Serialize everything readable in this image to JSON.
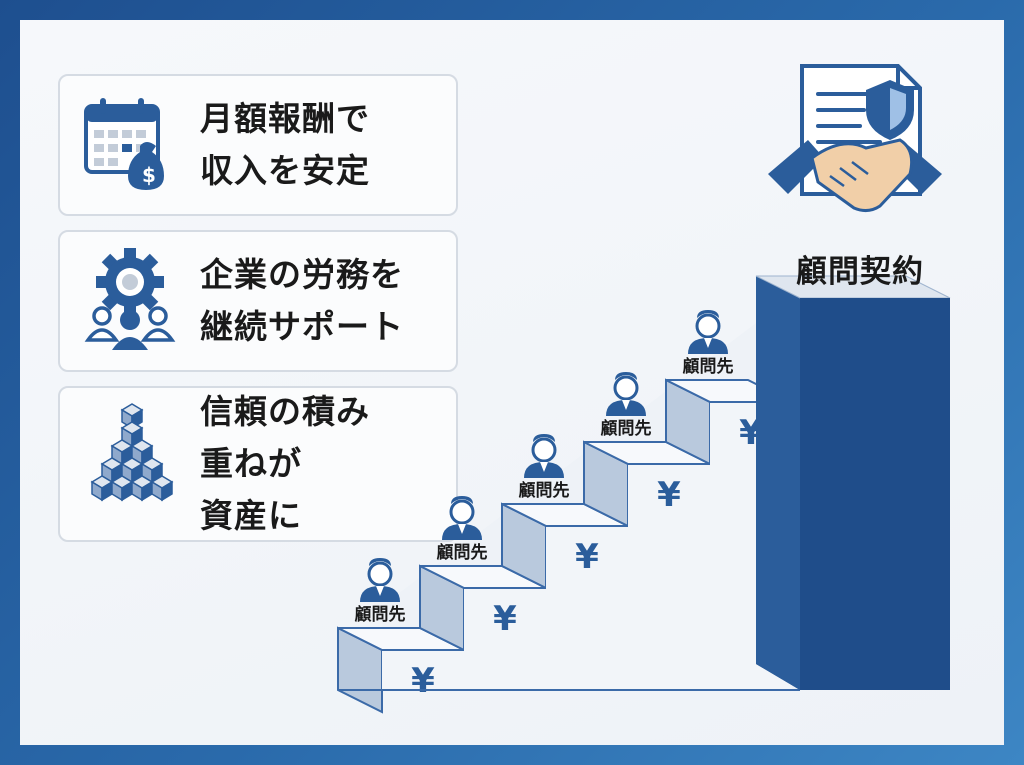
{
  "benefits": [
    {
      "icon": "calendar-money-bag-icon",
      "lines": [
        "月額報酬で",
        "収入を安定"
      ]
    },
    {
      "icon": "gear-people-icon",
      "lines": [
        "企業の労務を",
        "継続サポート"
      ]
    },
    {
      "icon": "stacked-cubes-icon",
      "lines": [
        "信頼の積み",
        "重ねが",
        "資産に"
      ]
    }
  ],
  "steps": [
    {
      "client_label": "顧問先",
      "currency": "¥"
    },
    {
      "client_label": "顧問先",
      "currency": "¥"
    },
    {
      "client_label": "顧問先",
      "currency": "¥"
    },
    {
      "client_label": "顧問先",
      "currency": "¥"
    },
    {
      "client_label": "顧問先",
      "currency": "¥"
    }
  ],
  "top": {
    "label": "顧問契約",
    "icon": "contract-handshake-icon"
  },
  "colors": {
    "primary": "#2b5d9b",
    "dark": "#1f4d8a",
    "riser": "#b9c9dd",
    "outline": "#3b6aa8"
  }
}
